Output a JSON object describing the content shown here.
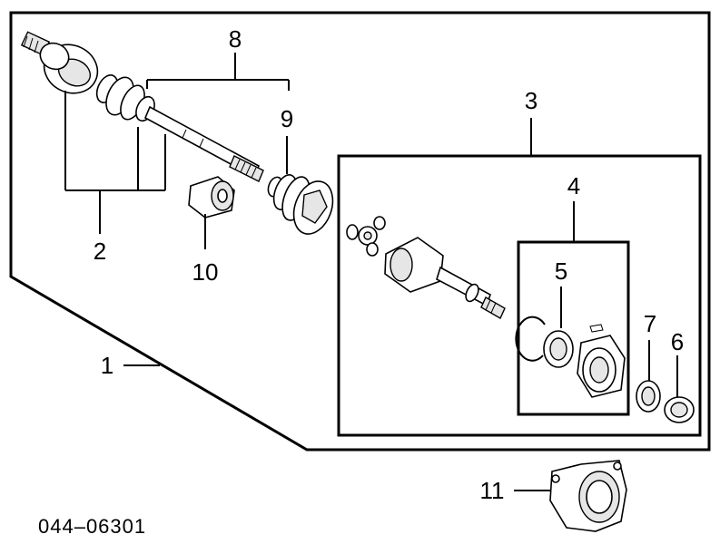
{
  "diagram": {
    "callouts": {
      "c1": "1",
      "c2": "2",
      "c3": "3",
      "c4": "4",
      "c5": "5",
      "c6": "6",
      "c7": "7",
      "c8": "8",
      "c9": "9",
      "c10": "10",
      "c11": "11"
    },
    "diagram_code": "044–06301"
  }
}
